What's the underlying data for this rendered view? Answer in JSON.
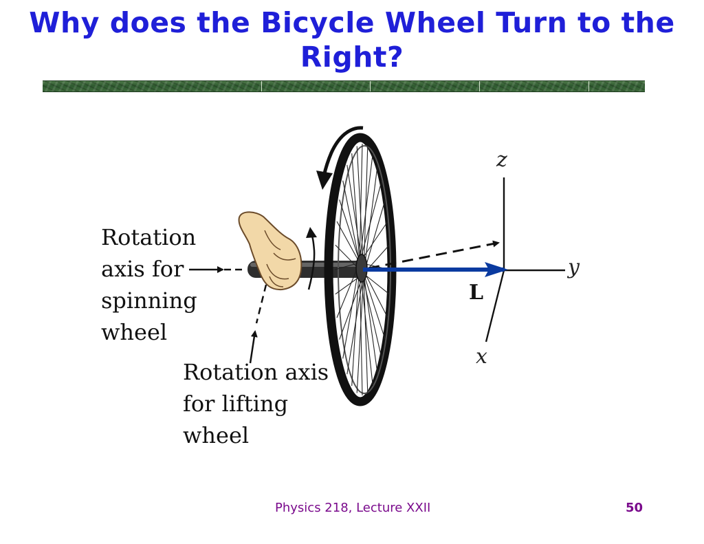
{
  "slide": {
    "title": "Why does the Bicycle Wheel Turn to the Right?",
    "footer": "Physics 218, Lecture XXII",
    "page_number": "50"
  },
  "diagram": {
    "spin_axis_label": [
      "Rotation",
      "axis for",
      "spinning",
      "wheel"
    ],
    "lift_axis_label": [
      "Rotation axis",
      "for lifting",
      "wheel"
    ],
    "axes": {
      "x": "x",
      "y": "y",
      "z": "z"
    },
    "vector_label": "L",
    "colors": {
      "vector": "#0a3aa0",
      "title": "#1f1fd8",
      "footer": "#7a0a8c"
    }
  }
}
